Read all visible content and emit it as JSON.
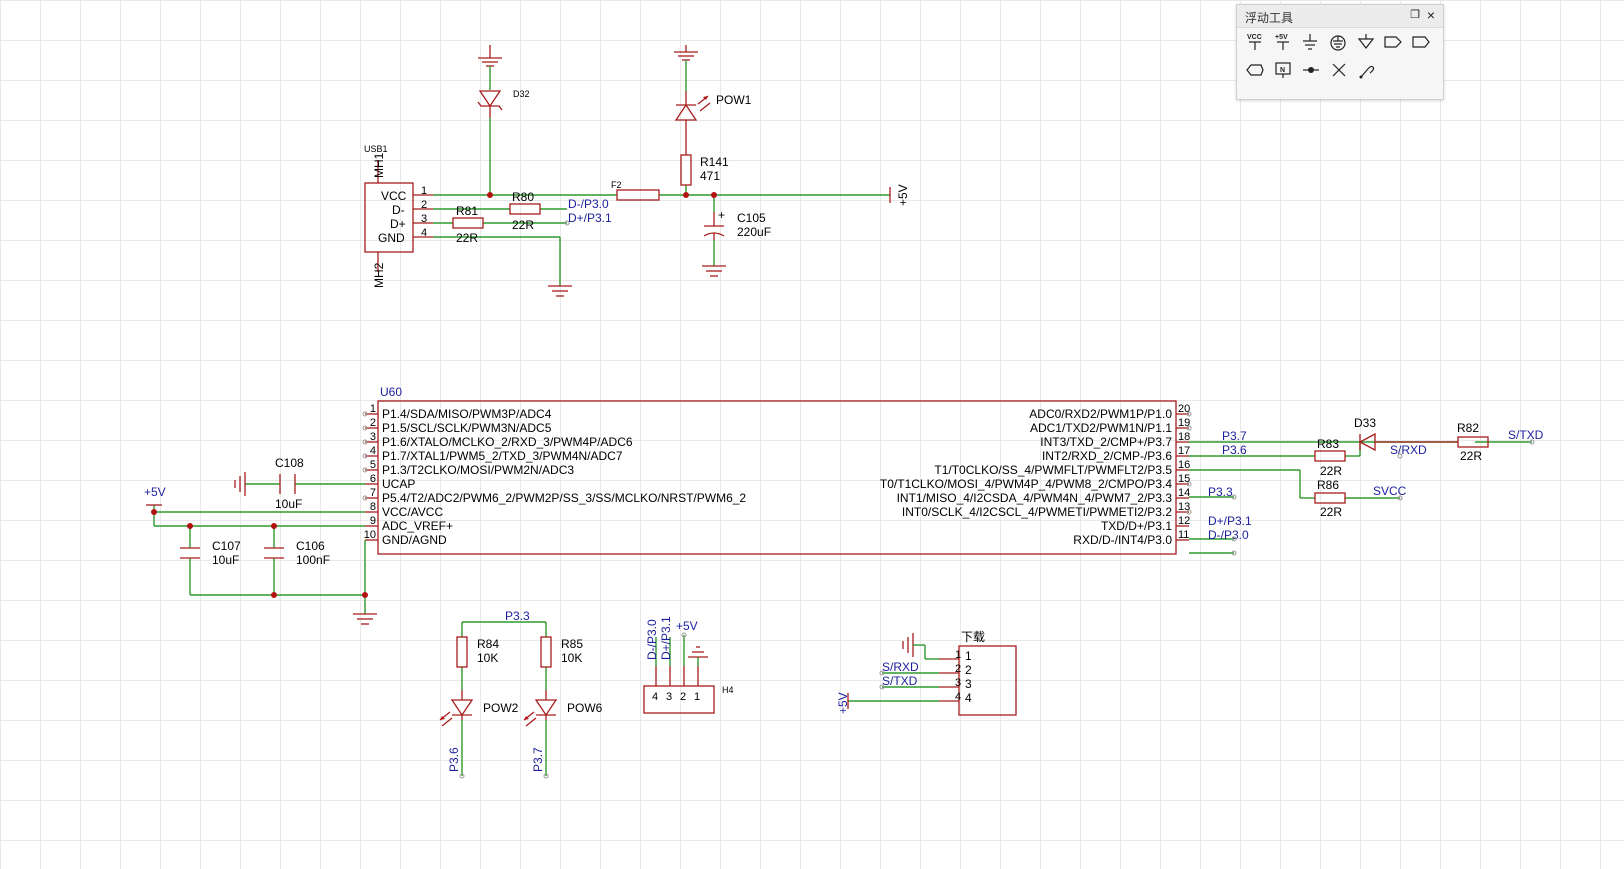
{
  "toolbox": {
    "title": "浮动工具",
    "tools_row1": [
      "vcc-icon",
      "plus5v-icon",
      "ground-icon",
      "earth-icon",
      "signal-ground-icon",
      "netport-icon",
      "netport-bidir-icon"
    ],
    "tools_row2": [
      "netport-out-icon",
      "netlabel-icon",
      "junction-icon",
      "no-connect-icon",
      "wire-probe-icon"
    ],
    "vcc_label": "VCC",
    "plus5v_label": "+5V",
    "netlabel_label": "N"
  },
  "usb_block": {
    "usb_ref": "USB1",
    "mh1": "MH1",
    "mh2": "MH2",
    "pins": [
      "VCC",
      "D-",
      "D+",
      "GND"
    ],
    "pin_numbers": [
      "1",
      "2",
      "3",
      "4"
    ],
    "d32": "D32",
    "r80": {
      "ref": "R80",
      "value": "22R"
    },
    "r81": {
      "ref": "R81",
      "value": "22R"
    },
    "net_dm": "D-/P3.0",
    "net_dp": "D+/P3.1",
    "f2": "F2",
    "pow1": "POW1",
    "r141": {
      "ref": "R141",
      "value": "471"
    },
    "c105": {
      "ref": "C105",
      "value": "220uF",
      "polarity": "+"
    },
    "vout": "+5V"
  },
  "mcu": {
    "ref": "U60",
    "left_pins": [
      {
        "num": "1",
        "name": "P1.4/SDA/MISO/PWM3P/ADC4"
      },
      {
        "num": "2",
        "name": "P1.5/SCL/SCLK/PWM3N/ADC5"
      },
      {
        "num": "3",
        "name": "P1.6/XTALO/MCLKO_2/RXD_3/PWM4P/ADC6"
      },
      {
        "num": "4",
        "name": "P1.7/XTAL1/PWM5_2/TXD_3/PWM4N/ADC7"
      },
      {
        "num": "5",
        "name": "P1.3/T2CLKO/MOSI/PWM2N/ADC3"
      },
      {
        "num": "6",
        "name": "UCAP"
      },
      {
        "num": "7",
        "name": "P5.4/T2/ADC2/PWM6_2/PWM2P/SS_3/SS/MCLKO/NRST/PWM6_2"
      },
      {
        "num": "8",
        "name": "VCC/AVCC"
      },
      {
        "num": "9",
        "name": "ADC_VREF+"
      },
      {
        "num": "10",
        "name": "GND/AGND"
      }
    ],
    "right_pins": [
      {
        "num": "20",
        "name": "ADC0/RXD2/PWM1P/P1.0"
      },
      {
        "num": "19",
        "name": "ADC1/TXD2/PWM1N/P1.1"
      },
      {
        "num": "18",
        "name": "INT3/TXD_2/CMP+/P3.7"
      },
      {
        "num": "17",
        "name": "INT2/RXD_2/CMP-/P3.6"
      },
      {
        "num": "16",
        "name": "T1/T0CLKO/SS_4/PWMFLT/PWMFLT2/P3.5"
      },
      {
        "num": "15",
        "name": "T0/T1CLKO/MOSI_4/PWM4P_4/PWM8_2/CMPO/P3.4"
      },
      {
        "num": "14",
        "name": "INT1/MISO_4/I2CSDA_4/PWM4N_4/PWM7_2/P3.3"
      },
      {
        "num": "13",
        "name": "INT0/SCLK_4/I2CSCL_4/PWMETI/PWMETI2/P3.2"
      },
      {
        "num": "12",
        "name": "TXD/D+/P3.1"
      },
      {
        "num": "11",
        "name": "RXD/D-/INT4/P3.0"
      }
    ]
  },
  "mcu_left_parts": {
    "c108": {
      "ref": "C108",
      "value": "10uF"
    },
    "c107": {
      "ref": "C107",
      "value": "10uF"
    },
    "c106": {
      "ref": "C106",
      "value": "100nF"
    },
    "vcc": "+5V"
  },
  "mcu_right_parts": {
    "net_p37": "P3.7",
    "net_p36": "P3.6",
    "net_p33": "P3.3",
    "net_dp": "D+/P3.1",
    "net_dm": "D-/P3.0",
    "r83": {
      "ref": "R83",
      "value": "22R"
    },
    "r86": {
      "ref": "R86",
      "value": "22R"
    },
    "r82": {
      "ref": "R82",
      "value": "22R"
    },
    "d33": "D33",
    "srxd": "S/RXD",
    "stxd": "S/TXD",
    "svcc": "SVCC"
  },
  "leds": {
    "net_top": "P3.3",
    "r84": {
      "ref": "R84",
      "value": "10K"
    },
    "r85": {
      "ref": "R85",
      "value": "10K"
    },
    "pow2": "POW2",
    "pow6": "POW6",
    "net_p36": "P3.6",
    "net_p37": "P3.7"
  },
  "header_h4": {
    "ref": "H4",
    "nets": [
      "D-/P3.0",
      "D+/P3.1",
      "+5V"
    ],
    "pins": [
      "4",
      "3",
      "2",
      "1"
    ]
  },
  "download_conn": {
    "title": "下载",
    "nets": [
      "S/RXD",
      "S/TXD",
      "+5V"
    ],
    "pins": [
      "1",
      "2",
      "3",
      "4"
    ]
  }
}
